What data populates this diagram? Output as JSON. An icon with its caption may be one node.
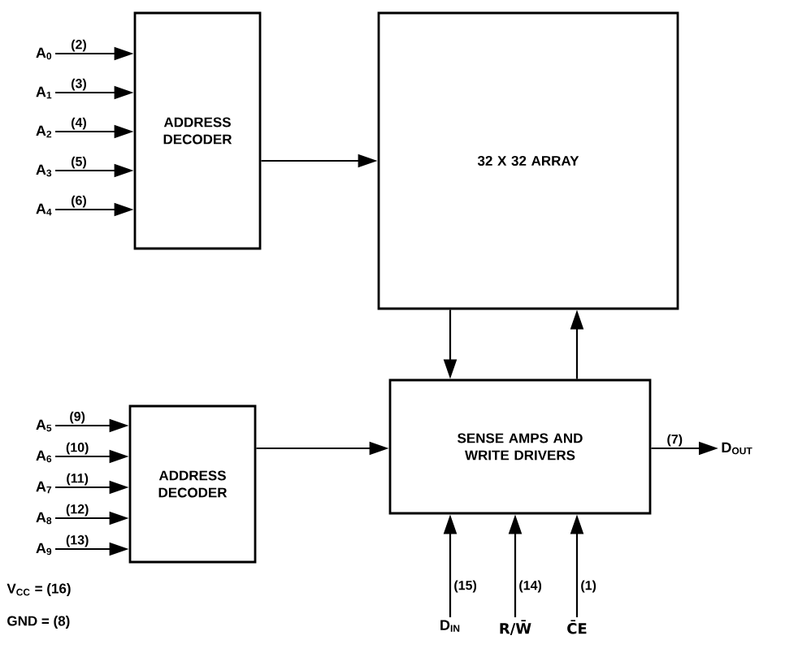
{
  "diagram": {
    "nodes": [
      {
        "text": [
          "ADDRESS DECODER"
        ]
      },
      {
        "text": [
          "32 X 32 ARRAY"
        ]
      },
      {
        "text": [
          "ADDRESS DECODER"
        ]
      },
      {
        "text": [
          "SENSE AMPS AND WRITE DRIVERS"
        ]
      },
      {
        "text": [
          "A$_{0}$"
        ]
      },
      {
        "text": [
          "A$_{1}$"
        ]
      },
      {
        "text": [
          "A$_{2}$"
        ]
      },
      {
        "text": [
          "A$_{3}$"
        ]
      },
      {
        "text": [
          "A$_{4}$"
        ]
      },
      {
        "text": [
          "A$_{5}$"
        ]
      },
      {
        "text": [
          "A$_{6}$"
        ]
      },
      {
        "text": [
          "A$_{7}$"
        ]
      },
      {
        "text": [
          "A$_{8}$"
        ]
      },
      {
        "text": [
          "A$_{9}$"
        ]
      },
      {
        "text": [
          "D$_{OUT}$"
        ]
      },
      {
        "text": [
          "D$_{IN}$"
        ]
      },
      {
        "text": [
          "R/W̄"
        ]
      },
      {
        "text": [
          "C̄E"
        ]
      }
    ],
    "edges": [
      {
        "from": 4,
        "to": 0,
        "arrow": "to",
        "label": "(2)"
      },
      {
        "from": 5,
        "to": 0,
        "arrow": "to",
        "label": "(3)"
      },
      {
        "from": 6,
        "to": 0,
        "arrow": "to",
        "label": "(4)"
      },
      {
        "from": 7,
        "to": 0,
        "arrow": "to",
        "label": "(5)"
      },
      {
        "from": 8,
        "to": 0,
        "arrow": "to",
        "label": "(6)"
      },
      {
        "from": 9,
        "to": 2,
        "arrow": "to",
        "label": "(9)"
      },
      {
        "from": 10,
        "to": 2,
        "arrow": "to",
        "label": "(10)"
      },
      {
        "from": 11,
        "to": 2,
        "arrow": "to",
        "label": "(11)"
      },
      {
        "from": 12,
        "to": 2,
        "arrow": "to",
        "label": "(12)"
      },
      {
        "from": 13,
        "to": 2,
        "arrow": "to",
        "label": "(13)"
      },
      {
        "from": 0,
        "to": 1,
        "arrow": "to"
      },
      {
        "from": 2,
        "to": 3,
        "arrow": "to"
      },
      {
        "from": 1,
        "to": 3,
        "arrow": "to"
      },
      {
        "from": 3,
        "to": 1,
        "arrow": "to"
      },
      {
        "from": 3,
        "to": 14,
        "arrow": "to",
        "label": "(7)"
      },
      {
        "from": 15,
        "to": 3,
        "arrow": "to",
        "label": "(15)"
      },
      {
        "from": 16,
        "to": 3,
        "arrow": "to",
        "label": "(14)"
      },
      {
        "from": 17,
        "to": 3,
        "arrow": "to",
        "label": "(1)"
      }
    ],
    "labels": [
      "V$_{CC}$ = (16)",
      "GND = (8)"
    ]
  }
}
